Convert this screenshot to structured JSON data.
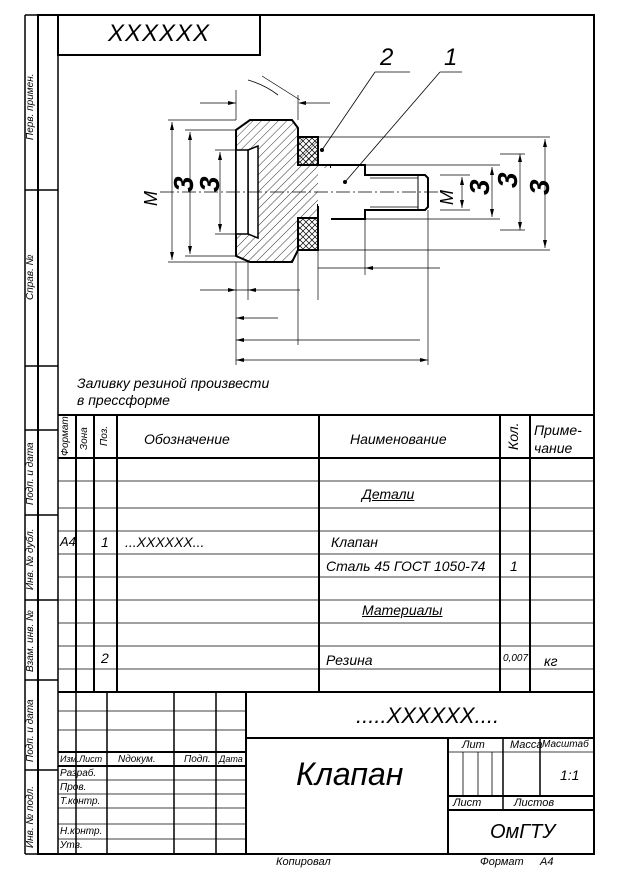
{
  "top_stamp": "XXXXXX",
  "callouts": [
    "2",
    "1"
  ],
  "dims": {
    "m_left": "M",
    "m_right": "M",
    "three": "3"
  },
  "note": [
    "Заливку  резиной произвести",
    "в  прессформе"
  ],
  "side_labels": {
    "perv_primen": "Перв. примен.",
    "sprav_no": "Справ. №",
    "podp_data_1": "Подп. и дата",
    "inv_dubl": "Инв. № дубл.",
    "vzam_inv": "Взам. инв. №",
    "podp_data_2": "Подп. и дата",
    "inv_podl": "Инв. № подл."
  },
  "spec_header": {
    "format": "Формат",
    "zona": "Зона",
    "poz": "Поз.",
    "oboznachenie": "Обозначение",
    "naimenovanie": "Наименование",
    "kol": "Кол.",
    "primechanie_1": "Приме-",
    "primechanie_2": "чание"
  },
  "spec_rows": {
    "section_details": "Детали",
    "format_a4": "А4",
    "pos_1": "1",
    "designation_1": "...XXXXXX...",
    "name_1": "Клапан",
    "material_1": "Сталь  45 ГОСТ  1050-74",
    "qty_1": "1",
    "section_materials": "Материалы",
    "pos_2": "2",
    "name_2": "Резина",
    "qty_2": "0,007",
    "unit_2": "кг"
  },
  "title_block": {
    "doc_code": ".....XXXXXX....",
    "col_izm": "Изм.",
    "col_list": "Лист",
    "col_ndokum": "Nдокум.",
    "col_podp": "Подп.",
    "col_data": "Дата",
    "razrab": "Разраб.",
    "prov": "Пров.",
    "tkontr": "Т.контр.",
    "nkontr": "Н.контр.",
    "utv": "Утв.",
    "part_name": "Клапан",
    "lit": "Лит",
    "massa": "Масса",
    "masshtab": "Масштаб",
    "scale": "1:1",
    "list": "Лист",
    "listov": "Листов",
    "org": "ОмГТУ"
  },
  "footer": {
    "copied": "Копировал",
    "format_label": "Формат",
    "format_value": "А4"
  }
}
